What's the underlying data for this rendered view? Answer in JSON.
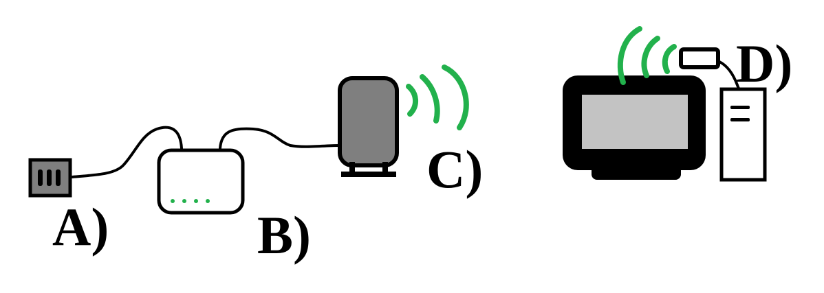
{
  "labels": {
    "a": "A)",
    "b": "B)",
    "c": "C)",
    "d": "D)"
  },
  "icons": {
    "a": "wall-jack-icon",
    "b": "modem-icon",
    "c": "wireless-router-icon",
    "d": "desktop-computer-with-wifi-adapter-icon"
  },
  "colors": {
    "outline": "#000000",
    "signal": "#22b14c",
    "device_gray": "#7f7f7f",
    "screen_gray": "#c3c3c3",
    "background": "#ffffff"
  }
}
